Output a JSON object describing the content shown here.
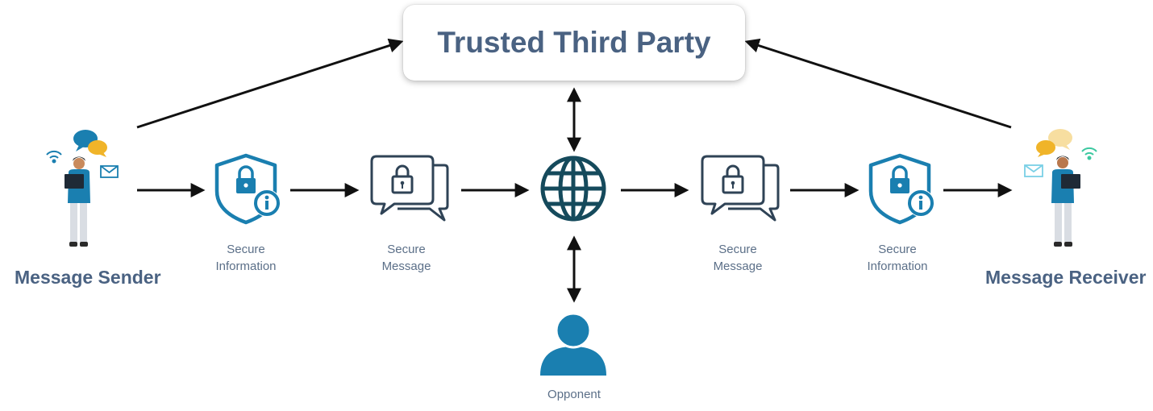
{
  "trusted_third_party": {
    "title": "Trusted Third Party"
  },
  "sender": {
    "label": "Message Sender"
  },
  "receiver": {
    "label": "Message Receiver"
  },
  "steps": {
    "secure_information_left": {
      "line1": "Secure",
      "line2": "Information"
    },
    "secure_message_left": {
      "line1": "Secure",
      "line2": "Message"
    },
    "secure_message_right": {
      "line1": "Secure",
      "line2": "Message"
    },
    "secure_information_right": {
      "line1": "Secure",
      "line2": "Information"
    }
  },
  "opponent": {
    "label": "Opponent"
  },
  "icons": {
    "shield": "shield-lock-info-icon",
    "chat": "chat-lock-icon",
    "network": "globe-icon",
    "opponent": "user-icon",
    "sender": "person-laptop-icon",
    "receiver": "person-laptop-icon"
  },
  "colors": {
    "primary_blue": "#1a7fb0",
    "dark_navy": "#154a5c",
    "chat_outline": "#2f4356",
    "label_text": "#5b6f88",
    "title_text": "#4a6282",
    "arrow": "#111111"
  }
}
